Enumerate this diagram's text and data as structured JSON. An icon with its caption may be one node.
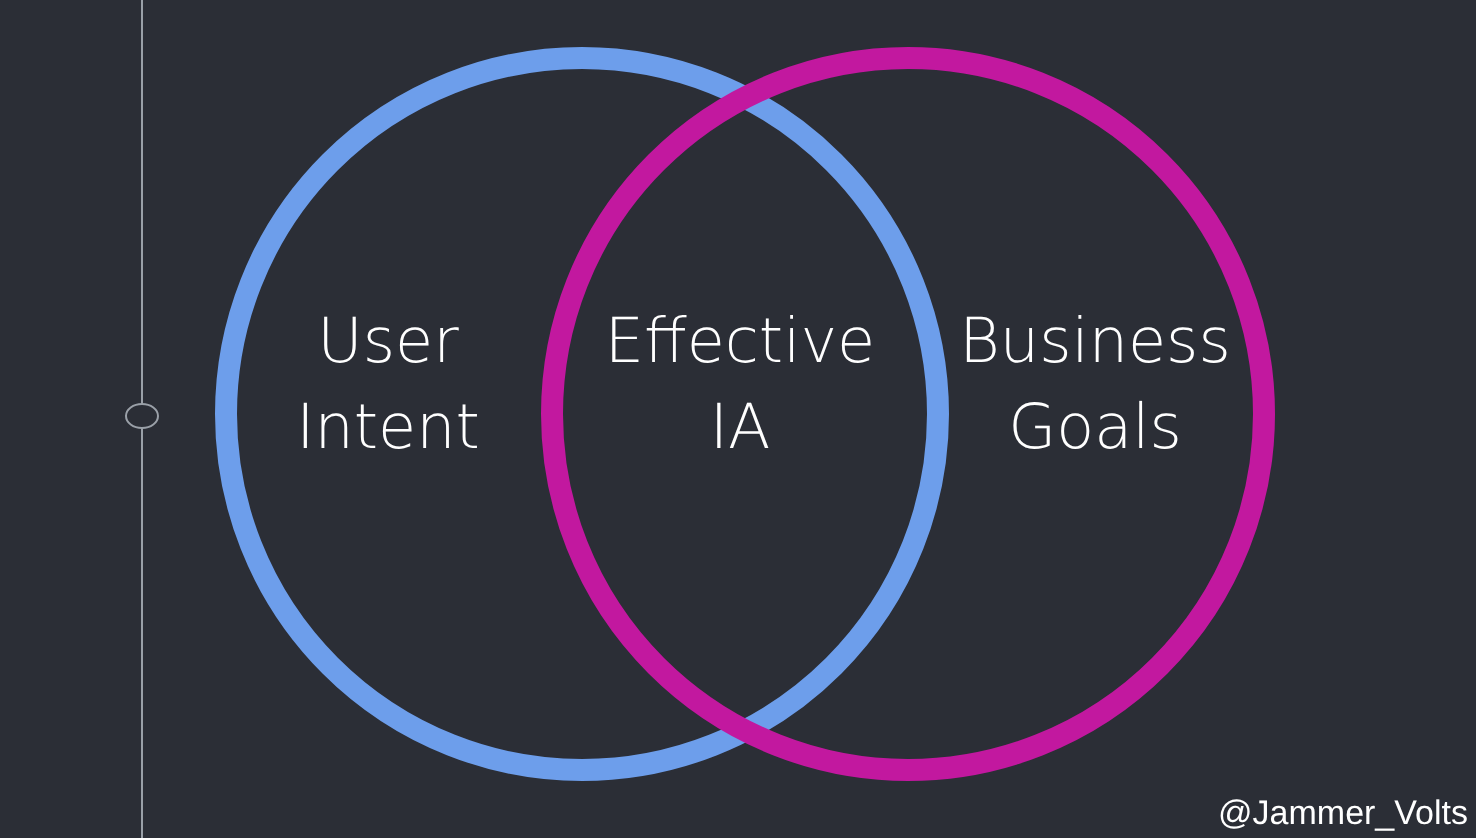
{
  "diagram": {
    "nodes": [
      {
        "text": [
          "User Intent"
        ]
      },
      {
        "text": [
          "Business Goals"
        ]
      },
      {
        "text": [
          "Effective IA"
        ]
      }
    ],
    "labels": [
      "@Jammer_Volts"
    ]
  }
}
